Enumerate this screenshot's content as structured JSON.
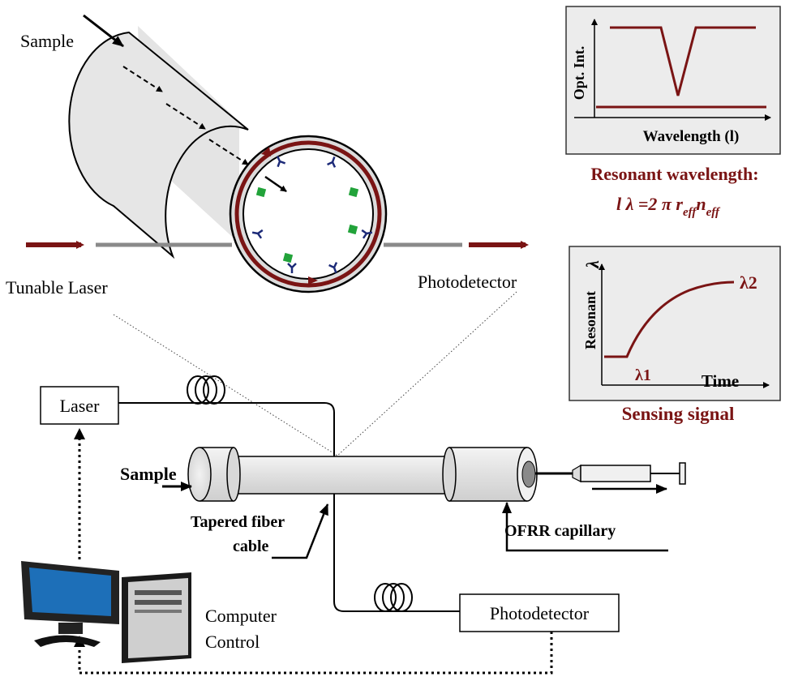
{
  "labels": {
    "sample_top": "Sample",
    "tunable_laser": "Tunable Laser",
    "photodetector_top": "Photodetector",
    "laser_box": "Laser",
    "sample_bottom": "Sample",
    "tapered_line1": "Tapered fiber",
    "tapered_line2": "cable",
    "ofrr_capillary": "OFRR capillary",
    "computer_line1": "Computer",
    "computer_line2": "Control",
    "photodetector_box": "Photodetector"
  },
  "inset_resonance": {
    "ylabel": "Opt. Int.",
    "xlabel": "Wavelength (l)",
    "caption": "Resonant wavelength:",
    "formula_main": "l λ =2 π r",
    "formula_sub1": "eff",
    "formula_n": "n",
    "formula_sub2": "eff"
  },
  "inset_sensing": {
    "ylabel": "Resonant",
    "ylabel_symbol": "λ",
    "xlabel": "Time",
    "lambda1": "λ1",
    "lambda2": "λ2",
    "caption": "Sensing signal"
  },
  "colors": {
    "dark_red": "#7a1414",
    "antibody": "#1c2a78",
    "target": "#22a33a",
    "inset_bg": "#ececec",
    "screen": "#1d6fb8"
  }
}
